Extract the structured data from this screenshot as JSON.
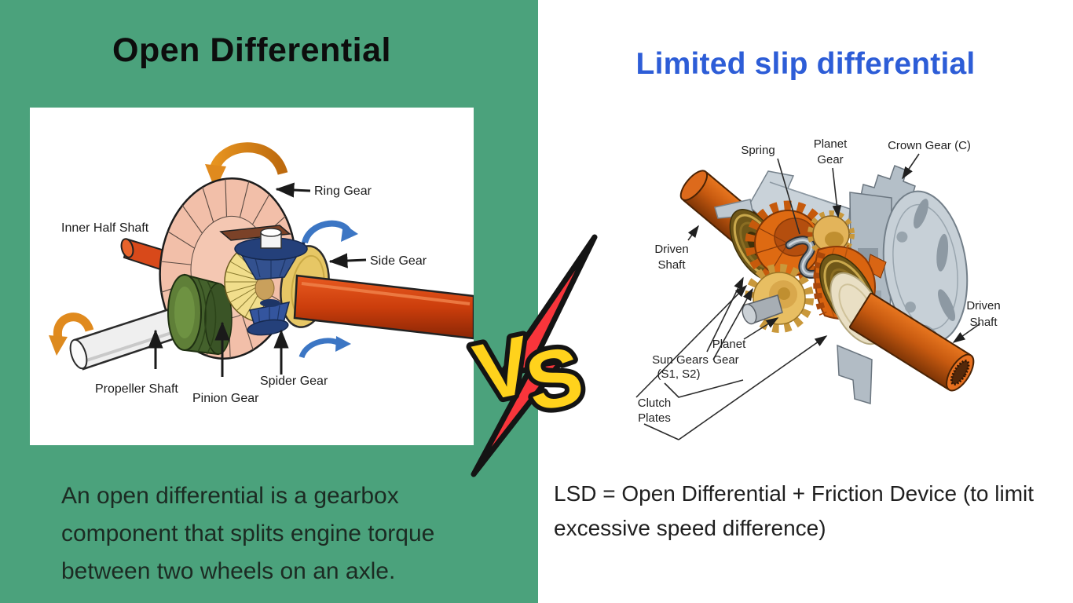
{
  "left": {
    "title": "Open Differential",
    "description": "An open differential is a gearbox component that splits engine torque between two wheels on an axle.",
    "labels": {
      "ring_gear": "Ring Gear",
      "inner_half_shaft": "Inner Half Shaft",
      "side_gear": "Side Gear",
      "spider_gear": "Spider Gear",
      "pinion_gear": "Pinion Gear",
      "propeller_shaft": "Propeller Shaft"
    },
    "colors": {
      "background": "#4BA27C",
      "title": "#0D0D0D"
    }
  },
  "right": {
    "title": "Limited slip differential",
    "description": "LSD = Open Differential + Friction Device (to limit excessive speed difference)",
    "labels": {
      "spring": "Spring",
      "planet_gear_top_line1": "Planet",
      "planet_gear_top_line2": "Gear",
      "crown_gear": "Crown Gear (C)",
      "driven_shaft_left_line1": "Driven",
      "driven_shaft_left_line2": "Shaft",
      "sun_gears_line1": "Sun Gears",
      "sun_gears_line2": "(S1, S2)",
      "planet_gear_bottom_line1": "Planet",
      "planet_gear_bottom_line2": "Gear",
      "clutch_plates_line1": "Clutch",
      "clutch_plates_line2": "Plates",
      "driven_shaft_right_line1": "Driven",
      "driven_shaft_right_line2": "Shaft"
    },
    "colors": {
      "background": "#FFFFFF",
      "title": "#2D5DD7"
    }
  },
  "vs_badge": {
    "letter1": "V",
    "letter2": "S",
    "colors": {
      "bolt": "#F9353B",
      "letters": "#FFD21C",
      "outline": "#141414"
    }
  }
}
